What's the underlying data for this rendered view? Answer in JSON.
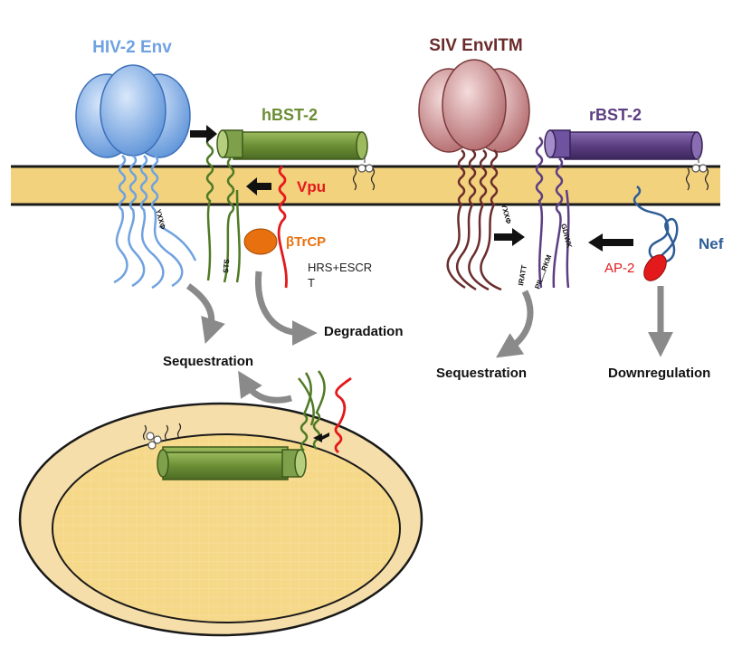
{
  "labels": {
    "hiv2_env": "HIV-2 Env",
    "hbst2": "hBST-2",
    "vpu": "Vpu",
    "btrcp": "βTrCP",
    "hrs_line1": "HRS+ESCR",
    "hrs_line2": "T",
    "sts": "STS",
    "yxxphi_left": "YXXΦ",
    "degradation": "Degradation",
    "sequestration_left": "Sequestration",
    "siv_env": "SIV EnvITM",
    "rbst2": "rBST-2",
    "nef": "Nef",
    "ap2": "AP-2",
    "yxxphi_right": "YXXΦ",
    "gdiwk": "GDIWK",
    "iratt": "IRATT",
    "pil_rkm": "PIL....RKM",
    "sequestration_right": "Sequestration",
    "downregulation": "Downregulation"
  },
  "colors": {
    "membrane": "#f3d27e",
    "hiv": "#6fa2e0",
    "hiv_dark": "#3c6fb8",
    "bst2_green": "#6b8e35",
    "bst2_dark": "#3e5a1c",
    "vpu_red": "#e3191c",
    "btrcp_orange": "#e8700e",
    "siv": "#c98a8c",
    "siv_dark": "#6b2c2c",
    "rbst2_purple": "#5c3e82",
    "rbst2_dark": "#352255",
    "nef_blue": "#2e5d96",
    "arrow_gray": "#8a8a8a"
  }
}
